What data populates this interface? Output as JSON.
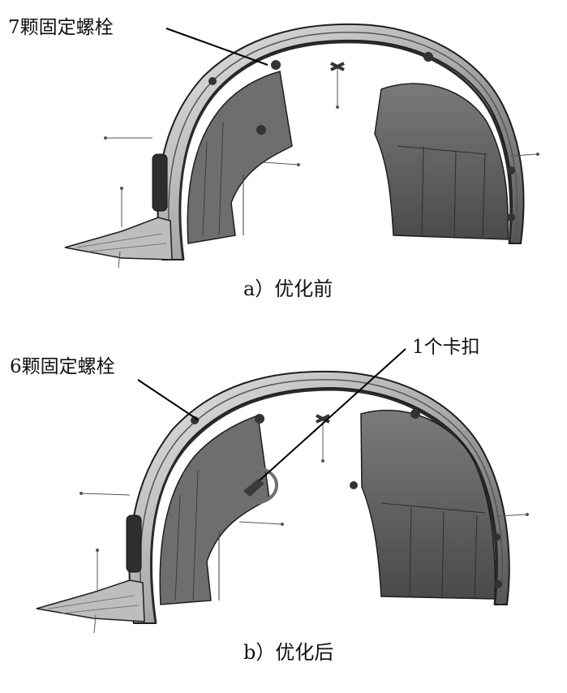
{
  "panel_a": {
    "callout": "7颗固定螺栓",
    "caption": "a）优化前"
  },
  "panel_b": {
    "callout_bolts": "6颗固定螺栓",
    "callout_clip": "1个卡扣",
    "caption": "b）优化后"
  },
  "colors": {
    "shell_dark": "#5a5a5a",
    "shell_mid": "#8c8c8c",
    "shell_light": "#d9d9d9",
    "outline": "#1e1e1e",
    "highlight_ring": "#707070"
  }
}
